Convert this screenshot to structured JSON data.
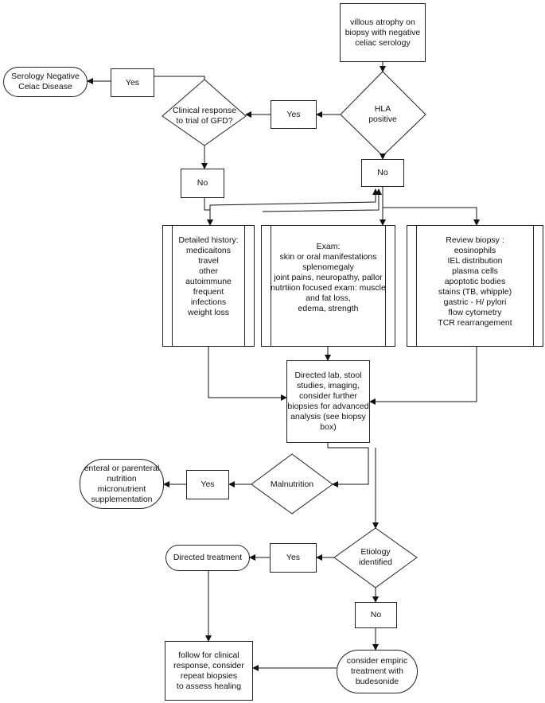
{
  "nodes": {
    "start": "villous atrophy on\nbiopsy with negative\nceliac serology",
    "hla_positive": "HLA\npositive",
    "yes_hla": "Yes",
    "clinical_response": "Clinical response\nto trial of GFD?",
    "yes_clinical": "Yes",
    "serology_negative": "Serology Negative\nCeiac Disease",
    "no_hla": "No",
    "no_clinical": "No",
    "detailed_history": "Detailed history:\nmedicaitons\ntravel\nother\nautoimmune\nfrequent\ninfections\nweight loss",
    "exam": "Exam:\nskin or oral manifestations\nsplenomegaly\njoint pains, neuropathy, pallor\nnutrtiion focused exam: muscle\nand fat loss,\nedema, strength",
    "review_biopsy": "Review biopsy :\neosinophils\nIEL distribution\nplasma cells\napoptotic bodies\nstains (TB, whipple)\ngastric - H/ pylori\nflow cytometry\nTCR rearrangement",
    "directed_lab": "Directed lab, stool\nstudies, imaging,\nconsider further\nbiopsies for advanced\nanalysis (see biopsy\nbox)",
    "malnutrition": "Malnutrition",
    "yes_malnutrition": "Yes",
    "nutrition": "enteral or parenteral\nnutrition\nmicronutrient\nsupplementation",
    "etiology": "Etiology\nidentified",
    "yes_etiology": "Yes",
    "directed_treatment": "Directed treatment",
    "no_etiology": "No",
    "empiric": "consider empiric\ntreatment with\nbudesonide",
    "follow_up": "follow for clinical\nresponse, consider\nrepeat biopsies\nto assess healing"
  }
}
